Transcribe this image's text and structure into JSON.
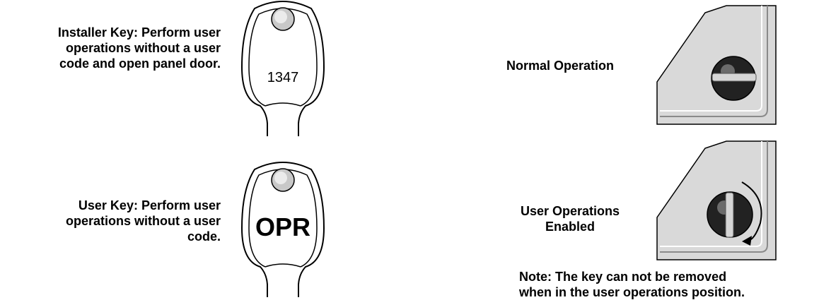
{
  "installer_key": {
    "description_lines": [
      "Installer Key: Perform user",
      "operations without a user",
      "code and open panel door."
    ],
    "key_code": "1347"
  },
  "user_key": {
    "description_lines": [
      "User Key: Perform user",
      "operations without a user",
      "code."
    ],
    "key_label": "OPR"
  },
  "normal_operation": {
    "label": "Normal Operation"
  },
  "user_operations": {
    "label_lines": [
      "User Operations",
      "Enabled"
    ],
    "note_lines": [
      "Note: The key can not be removed",
      "when in the user operations position."
    ]
  },
  "colors": {
    "panel_fill": "#d9d9d9",
    "lock_dark": "#222222",
    "outline": "#000000"
  }
}
